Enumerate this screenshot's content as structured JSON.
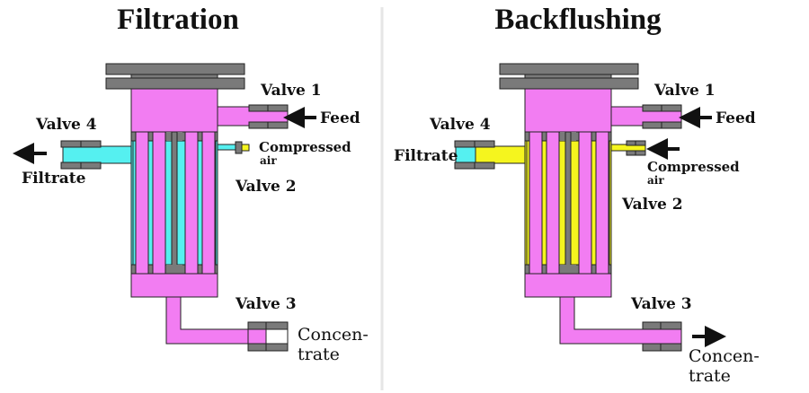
{
  "colors": {
    "feed": "#f27df2",
    "filtrate": "#55f0f0",
    "air": "#f5f51e",
    "valve": "#7a7a7a",
    "outline": "#222222",
    "divider": "#e6e6e6"
  },
  "panels": [
    {
      "id": "filtration",
      "title": "Filtration",
      "labels": {
        "valve1": "Valve 1",
        "valve2": "Valve 2",
        "valve3": "Valve 3",
        "valve4": "Valve 4",
        "feed": "Feed",
        "filtrate": "Filtrate",
        "compressed": "Compressed",
        "air": "air",
        "concen": "Concen-",
        "trate": "trate"
      },
      "flows": {
        "feed_arrow": "left",
        "filtrate_arrow": "left",
        "concentrate_arrow": "none",
        "compressed_air_arrow": "none"
      },
      "channel_fluid": "filtrate",
      "valve3_state": "half-open"
    },
    {
      "id": "backflushing",
      "title": "Backflushing",
      "labels": {
        "valve1": "Valve 1",
        "valve2": "Valve 2",
        "valve3": "Valve 3",
        "valve4": "Valve 4",
        "feed": "Feed",
        "filtrate": "Filtrate",
        "compressed": "Compressed",
        "air": "air",
        "concen": "Concen-",
        "trate": "trate"
      },
      "flows": {
        "feed_arrow": "left",
        "filtrate_arrow": "none",
        "concentrate_arrow": "right",
        "compressed_air_arrow": "left"
      },
      "channel_fluid": "air",
      "valve3_state": "open"
    }
  ]
}
